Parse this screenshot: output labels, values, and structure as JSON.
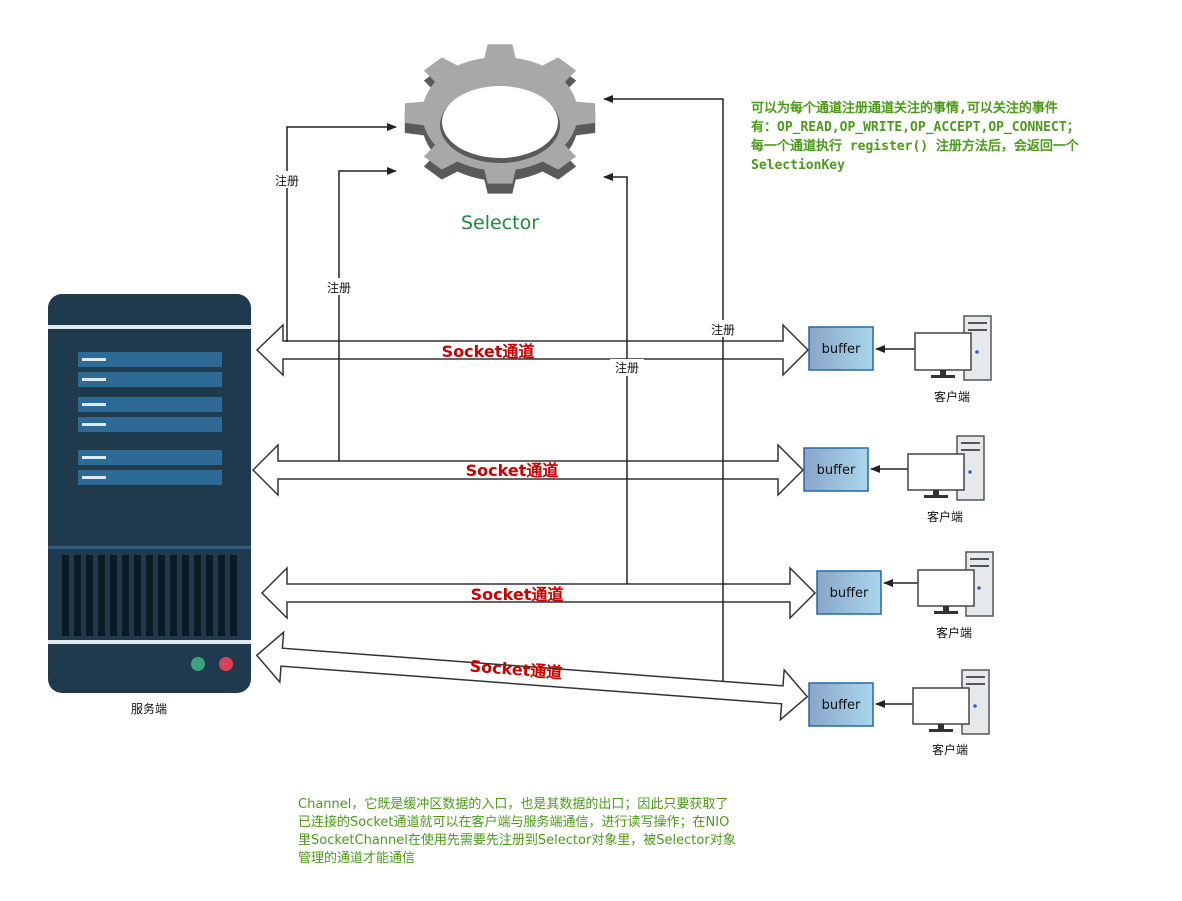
{
  "selector": {
    "label": "Selector"
  },
  "server": {
    "label": "服务端"
  },
  "register_label": "注册",
  "channels": [
    {
      "label": "Socket通道",
      "buffer": "buffer",
      "client": "客户端"
    },
    {
      "label": "Socket通道",
      "buffer": "buffer",
      "client": "客户端"
    },
    {
      "label": "Socket通道",
      "buffer": "buffer",
      "client": "客户端"
    },
    {
      "label": "Socket通道",
      "buffer": "buffer",
      "client": "客户端"
    }
  ],
  "notes": {
    "top": [
      "可以为每个通道注册通道关注的事情,可以关注的事件",
      "有：OP_READ,OP_WRITE,OP_ACCEPT,OP_CONNECT；",
      "每一个通道执行 register() 注册方法后，会返回一个",
      "SelectionKey"
    ],
    "bottom": [
      "Channel，它既是缓冲区数据的入口，也是其数据的出口；因此只要获取了",
      "已连接的Socket通道就可以在客户端与服务端通信，进行读写操作；在NIO",
      "里SocketChannel在使用先需要先注册到Selector对象里，被Selector对象",
      "管理的通道才能通信"
    ]
  },
  "colors": {
    "selector_text": "#1e8a3c",
    "channel_text": "#cc0000",
    "note_text": "#4c9a1a",
    "server_body": "#1f3a4d",
    "buffer_fill": "#7fb2d6"
  }
}
